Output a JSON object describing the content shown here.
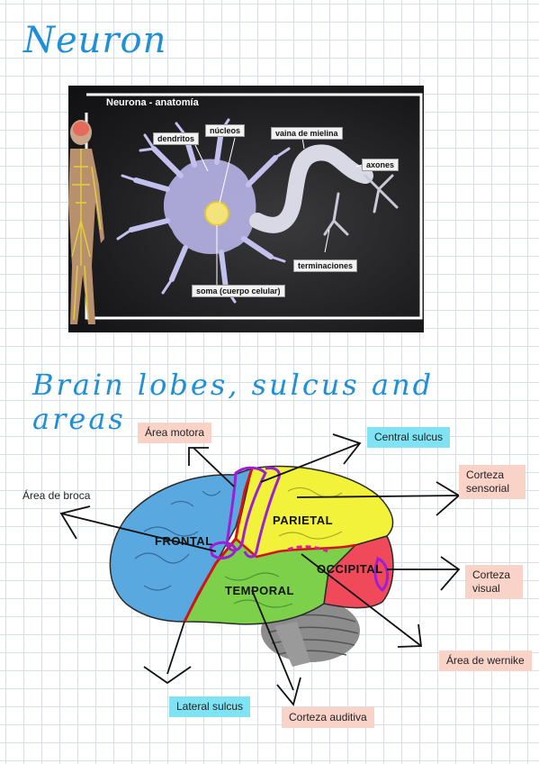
{
  "headings": {
    "neuron": "Neuron",
    "brain": "Brain lobes, sulcus and areas"
  },
  "neuron_image": {
    "title": "Neurona - anatomía",
    "labels": {
      "dendritos": "dendritos",
      "nucleos": "núcleos",
      "vaina": "vaina de mielina",
      "axones": "axones",
      "terminaciones": "terminaciones",
      "soma": "soma (cuerpo celular)"
    }
  },
  "brain": {
    "lobes": {
      "frontal": "FRONTAL",
      "parietal": "PARIETAL",
      "temporal": "TEMPORAL",
      "occipital": "OCCIPITAL"
    },
    "labels": {
      "area_motora": "Área motora",
      "central_sulcus": "Central sulcus",
      "corteza_sensorial": "Corteza sensorial",
      "area_broca": "Área de broca",
      "corteza_visual": "Corteza visual",
      "area_wernike": "Área de wernike",
      "lateral_sulcus": "Lateral sulcus",
      "corteza_auditiva": "Corteza auditiva"
    }
  },
  "colors": {
    "ink_blue": "#1f8fd6",
    "frontal": "#5aa8e0",
    "parietal": "#f2f23a",
    "temporal": "#7cd04a",
    "occipital": "#f04a5a",
    "sulcus_red": "#d41414",
    "marker_purple": "#9b1fd6",
    "tag_pink": "#f9d3c8",
    "tag_cyan": "#7fe3f4"
  }
}
